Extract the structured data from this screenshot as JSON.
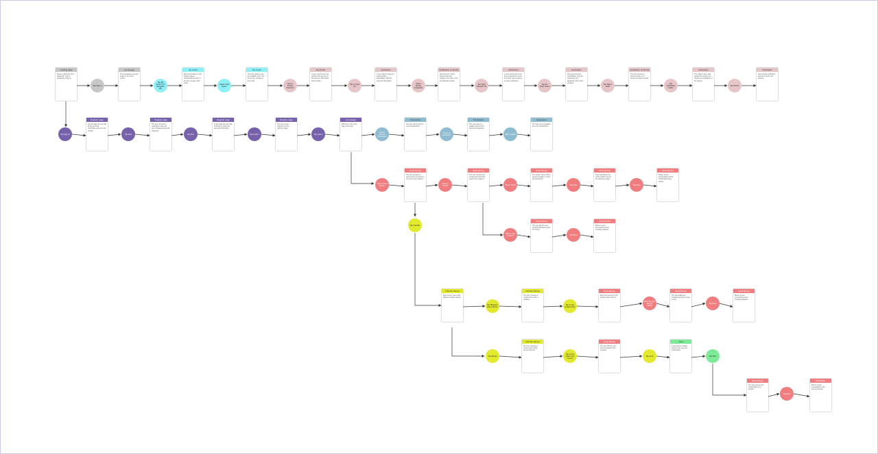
{
  "colors": {
    "gray": "#c7c7c7",
    "cyan": "#8ff0f7",
    "pink": "#e6c6c9",
    "purple": "#7661aa",
    "blue": "#8fbcd0",
    "red": "#f07d80",
    "yellow": "#e3ea2e",
    "green": "#7cea96"
  },
  "nodes": [
    {
      "name": "tap-sign-in",
      "label": "Tap Sign In",
      "color": "gray"
    },
    {
      "name": "tap-check-from-navigation-bar",
      "label": "Tap 'My Cards' from Navigation Bar",
      "color": "cyan"
    },
    {
      "name": "select-card-option",
      "label": "Select 'Card Option'",
      "color": "cyan"
    },
    {
      "name": "tap-on-freeze",
      "label": "Tap on 'Freeze' Overview",
      "color": "pink"
    },
    {
      "name": "tap-to-verify",
      "label": "Tap to verify pin",
      "color": "pink"
    },
    {
      "name": "select-identity-recognition",
      "label": "Select Identity recognition",
      "color": "pink"
    },
    {
      "name": "tap-scan-passport",
      "label": "Tap 'Scan Passport' ID",
      "color": "pink"
    },
    {
      "name": "tap-scan-button",
      "label": "Tap the 'Scan' button",
      "color": "pink"
    },
    {
      "name": "tap-take-selfie",
      "label": "Tap Take a selfie",
      "color": "pink"
    },
    {
      "name": "tap-verification-button",
      "label": "Tap Verification button",
      "color": "pink"
    },
    {
      "name": "tap-submit",
      "label": "Tap Submit",
      "color": "pink"
    },
    {
      "name": "tap-sign-up",
      "label": "Tap Sign up",
      "color": "purple"
    },
    {
      "name": "register-next-1",
      "label": "Tap Next",
      "color": "purple"
    },
    {
      "name": "register-next-2",
      "label": "Tap Next",
      "color": "purple"
    },
    {
      "name": "register-confirm",
      "label": "Tap confirm",
      "color": "purple"
    },
    {
      "name": "register-submit",
      "label": "Tap submit",
      "color": "purple"
    },
    {
      "name": "tap-recent-transaction",
      "label": "Tap on 'Recent Transaction'",
      "color": "blue"
    },
    {
      "name": "tap-on-transaction",
      "label": "Tap on a transaction",
      "color": "blue"
    },
    {
      "name": "tap-details",
      "label": "Tap to details",
      "color": "blue"
    },
    {
      "name": "tap-send-money",
      "label": "Tap on 'Send Money'",
      "color": "red"
    },
    {
      "name": "select-contact",
      "label": "Select a contact",
      "color": "red"
    },
    {
      "name": "tap-send-1",
      "label": "Tap on 'Send'",
      "color": "red"
    },
    {
      "name": "tap-next-red",
      "label": "Tap Next",
      "color": "red"
    },
    {
      "name": "tap-done-red",
      "label": "Tap Done",
      "color": "red"
    },
    {
      "name": "enter-amount",
      "label": "Enter a new recipient",
      "color": "red"
    },
    {
      "name": "tap-send-2",
      "label": "Tap Send",
      "color": "red"
    },
    {
      "name": "tap-transfer",
      "label": "Tap Transfer",
      "color": "yellow"
    },
    {
      "name": "tap-between-accounts",
      "label": "Tap 'Between' Name Money",
      "color": "yellow"
    },
    {
      "name": "tap-contact-name",
      "label": "Tap on any contact name",
      "color": "yellow"
    },
    {
      "name": "tap-abroad",
      "label": "Tap Abroad",
      "color": "yellow"
    },
    {
      "name": "tap-select-country",
      "label": "Tap on the option from country",
      "color": "yellow"
    },
    {
      "name": "tap-send-yellow",
      "label": "Tap send",
      "color": "yellow"
    },
    {
      "name": "enter-details",
      "label": "Enter the new account details",
      "color": "red"
    },
    {
      "name": "tap-done-red-2",
      "label": "Tap Done",
      "color": "red"
    },
    {
      "name": "tap-next-green",
      "label": "Tap Next",
      "color": "green"
    },
    {
      "name": "tap-done-bottom",
      "label": "Tap Done",
      "color": "red"
    }
  ],
  "cards": [
    {
      "name": "landing-page",
      "title": "Landing page",
      "color": "gray",
      "text": "Signs-in with Face ID or password. Type in password or Sign in."
    },
    {
      "name": "homepage",
      "title": "Homepage",
      "color": "gray",
      "text": "The homepage is as well ready for the users needs."
    },
    {
      "name": "my-cards",
      "title": "My Cards",
      "color": "cyan",
      "text": "Enter the features on the chosen page to understand the card on the list or image of the cards."
    },
    {
      "name": "my-cards-2",
      "title": "My Cards",
      "color": "cyan",
      "text": "The user wants to see the available card. The freeze fee, manage to their card."
    },
    {
      "name": "my-profile",
      "title": "My Profile",
      "color": "pink",
      "text": "A user enters to see the details of the account in the account. Information of the profile."
    },
    {
      "name": "verification",
      "title": "Verification",
      "color": "pink",
      "text": "A user wants to pass an authentication, identification with the selected information."
    },
    {
      "name": "verification-identity",
      "title": "Verification of Identity",
      "color": "pink",
      "text": "Now that your 'Verify' identity has been stopped, then take a visit of verification details."
    },
    {
      "name": "verification-2",
      "title": "Verification",
      "color": "pink",
      "text": "A user enters scan of an ID or a passport to scan. The Scan now a camera is at the verification."
    },
    {
      "name": "verification-3",
      "title": "Verification",
      "color": "pink",
      "text": "The app prompts a confirmation. Next the scanned by the application ID on that passport."
    },
    {
      "name": "verification-identity-2",
      "title": "Verification of Identity",
      "color": "pink",
      "text": "The user presses a camera button on a device and takes a selfie."
    },
    {
      "name": "verification-4",
      "title": "Verification",
      "color": "pink",
      "text": "The selfie is done, and wanted the system will provide the verification of the identity."
    },
    {
      "name": "verification-done",
      "title": "Verification",
      "color": "pink",
      "text": "Now that the verification process is final in the process."
    },
    {
      "name": "register-page-1",
      "title": "Register page",
      "color": "purple",
      "text": "On this page the user will fill the personal information and enter the number."
    },
    {
      "name": "register-page-2",
      "title": "Register page",
      "color": "purple",
      "text": "The user receives a verification code and user manages the actual password."
    },
    {
      "name": "register-page-3",
      "title": "Register page",
      "color": "purple",
      "text": "In this page the user has to fill the id, select the personal information."
    },
    {
      "name": "register-page-4",
      "title": "Register page",
      "color": "purple",
      "text": "The user is now registered to the welcome page."
    },
    {
      "name": "homepage-2",
      "title": "Homepage",
      "color": "purple",
      "text": "Welcome to the main page of the app."
    },
    {
      "name": "transaction",
      "title": "Transaction",
      "color": "blue",
      "text": "The user opens a list of recent transactions."
    },
    {
      "name": "transaction-2",
      "title": "Transaction",
      "color": "blue",
      "text": "The user opens a detailed report of the selected transaction."
    },
    {
      "name": "transaction-3",
      "title": "Transaction",
      "color": "blue",
      "text": "The user sees a detailed list of the transactions."
    },
    {
      "name": "send-money-1",
      "title": "Send Money",
      "color": "red",
      "text": "The user chooses to send money to someone from the list of contacts."
    },
    {
      "name": "send-money-2",
      "title": "Send Money",
      "color": "red",
      "text": "The user chooses the contact and sends the amount they want to."
    },
    {
      "name": "send-money-3",
      "title": "Send Money",
      "color": "red",
      "text": "The system opens with a popup message to verify the transaction."
    },
    {
      "name": "send-money-4",
      "title": "Send Money",
      "color": "red",
      "text": "Upon submitting, the amount will be sent to the selected contact."
    },
    {
      "name": "send-money-5",
      "title": "Send Money",
      "color": "red",
      "text": "Money is sent successfully and the confirmation page shows."
    },
    {
      "name": "send-money-6",
      "title": "Send Money",
      "color": "red",
      "text": "The user fills the new recipient data and sends the money."
    },
    {
      "name": "send-money-7",
      "title": "Send Money",
      "color": "red",
      "text": "Money is sent successfully and a message appears."
    },
    {
      "name": "transfer-money-1",
      "title": "Transfer Money",
      "color": "yellow",
      "text": "Main screen opens with different transfer options."
    },
    {
      "name": "transfer-money-2",
      "title": "Transfer Money",
      "color": "yellow",
      "text": "The user chooses a contact from a list of contacts."
    },
    {
      "name": "send-money-8",
      "title": "Send Money",
      "color": "red",
      "text": "Enter the amount for the transfer and confirm it."
    },
    {
      "name": "send-money-9",
      "title": "Send Money",
      "color": "red",
      "text": "The app details are confirmed and the money is sent."
    },
    {
      "name": "send-money-10",
      "title": "Send Money",
      "color": "red",
      "text": "Money is sent successfully and a message appears."
    },
    {
      "name": "transfer-money-3",
      "title": "Transfer Money",
      "color": "yellow",
      "text": "The user chooses a country and a bank account abroad."
    },
    {
      "name": "send-money-11",
      "title": "Send Money",
      "color": "red",
      "text": "The user fills the new account details of the recipient."
    },
    {
      "name": "card",
      "title": "Card",
      "color": "green",
      "text": "A new card is created and the user sees the confirmation."
    },
    {
      "name": "send-money-12",
      "title": "Send Money",
      "color": "red",
      "text": "The user sees a new confirmation for a transfer."
    },
    {
      "name": "verification-final",
      "title": "Verification",
      "color": "red",
      "text": "Money is sent successfully to the account abroad."
    }
  ]
}
